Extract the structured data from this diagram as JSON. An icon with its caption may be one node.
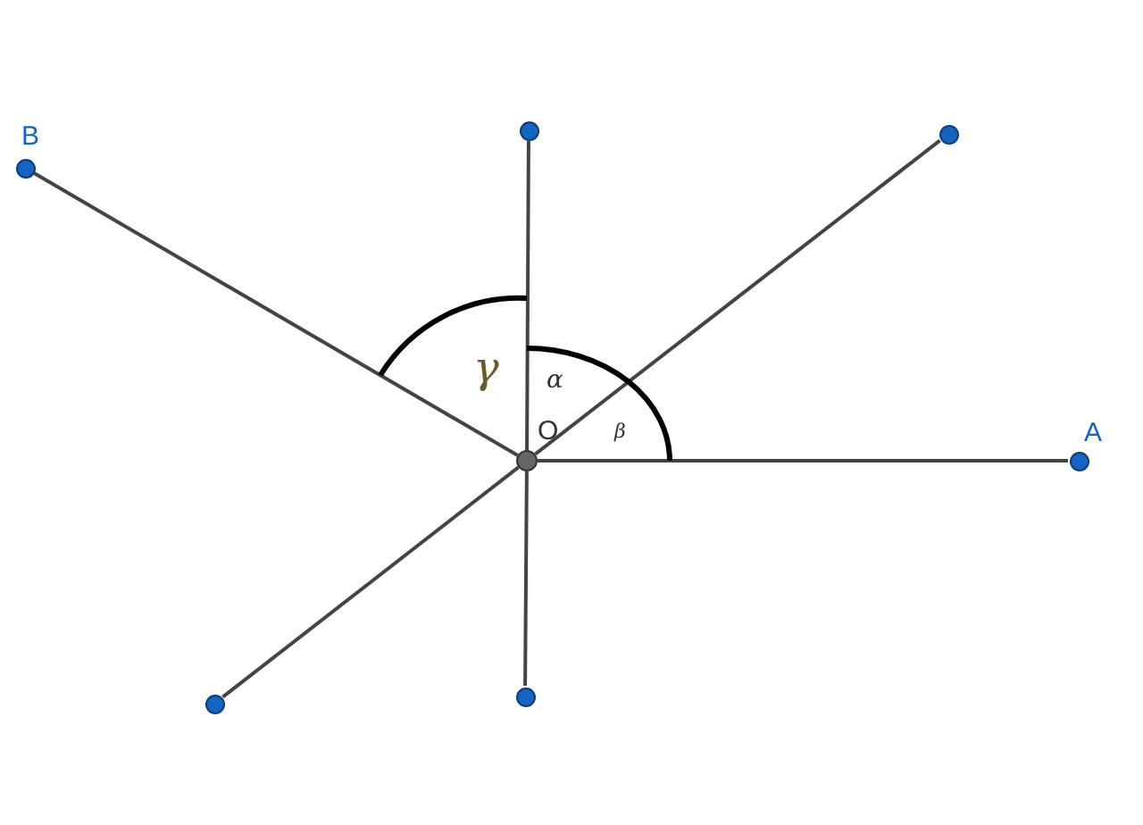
{
  "diagram": {
    "nodes": [
      {
        "text": [
          "B"
        ]
      },
      {
        "text": [],
        "shape": "circle"
      },
      {
        "text": [],
        "shape": "circle"
      },
      {
        "text": [
          "O"
        ]
      },
      {
        "text": [
          "A"
        ]
      },
      {
        "text": [],
        "shape": "circle"
      },
      {
        "text": [],
        "shape": "circle"
      }
    ],
    "edges": [
      {
        "from": 3,
        "to": 0,
        "arrow": "none"
      },
      {
        "from": 3,
        "to": 1,
        "arrow": "none"
      },
      {
        "from": 3,
        "to": 2,
        "arrow": "none"
      },
      {
        "from": 3,
        "to": 4,
        "arrow": "none"
      },
      {
        "from": 3,
        "to": 5,
        "arrow": "none"
      },
      {
        "from": 3,
        "to": 6,
        "arrow": "none"
      }
    ],
    "labels": [
      "γ",
      "α",
      "β"
    ]
  }
}
